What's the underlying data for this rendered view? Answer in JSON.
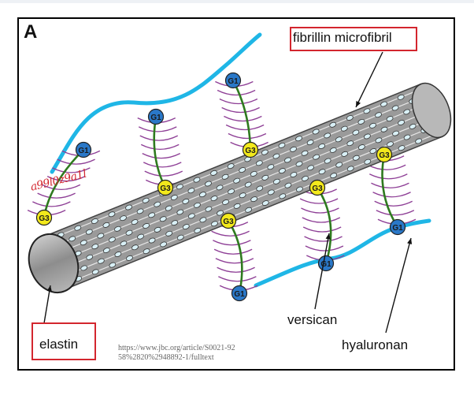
{
  "panel_label": "A",
  "labels": {
    "fibrillin": "fibrillin microfibril",
    "versican": "versican",
    "hyaluronan": "hyaluronan",
    "elastin": "elastin"
  },
  "domain_labels": {
    "g1": "G1",
    "g3": "G3"
  },
  "source_url": "https://www.jbc.org/article/S0021-9258%2820%2948892-1/fulltext",
  "handwriting": "a99l0z9a1l",
  "colors": {
    "hyaluronan": "#1fb6e6",
    "g1": "#2a78c8",
    "g3": "#f3e91c",
    "versican_core": "#2f7a1f",
    "side_chains": "#8e3f96",
    "fiber_body": "#9a9a9a",
    "highlight_box": "#d3262e"
  }
}
